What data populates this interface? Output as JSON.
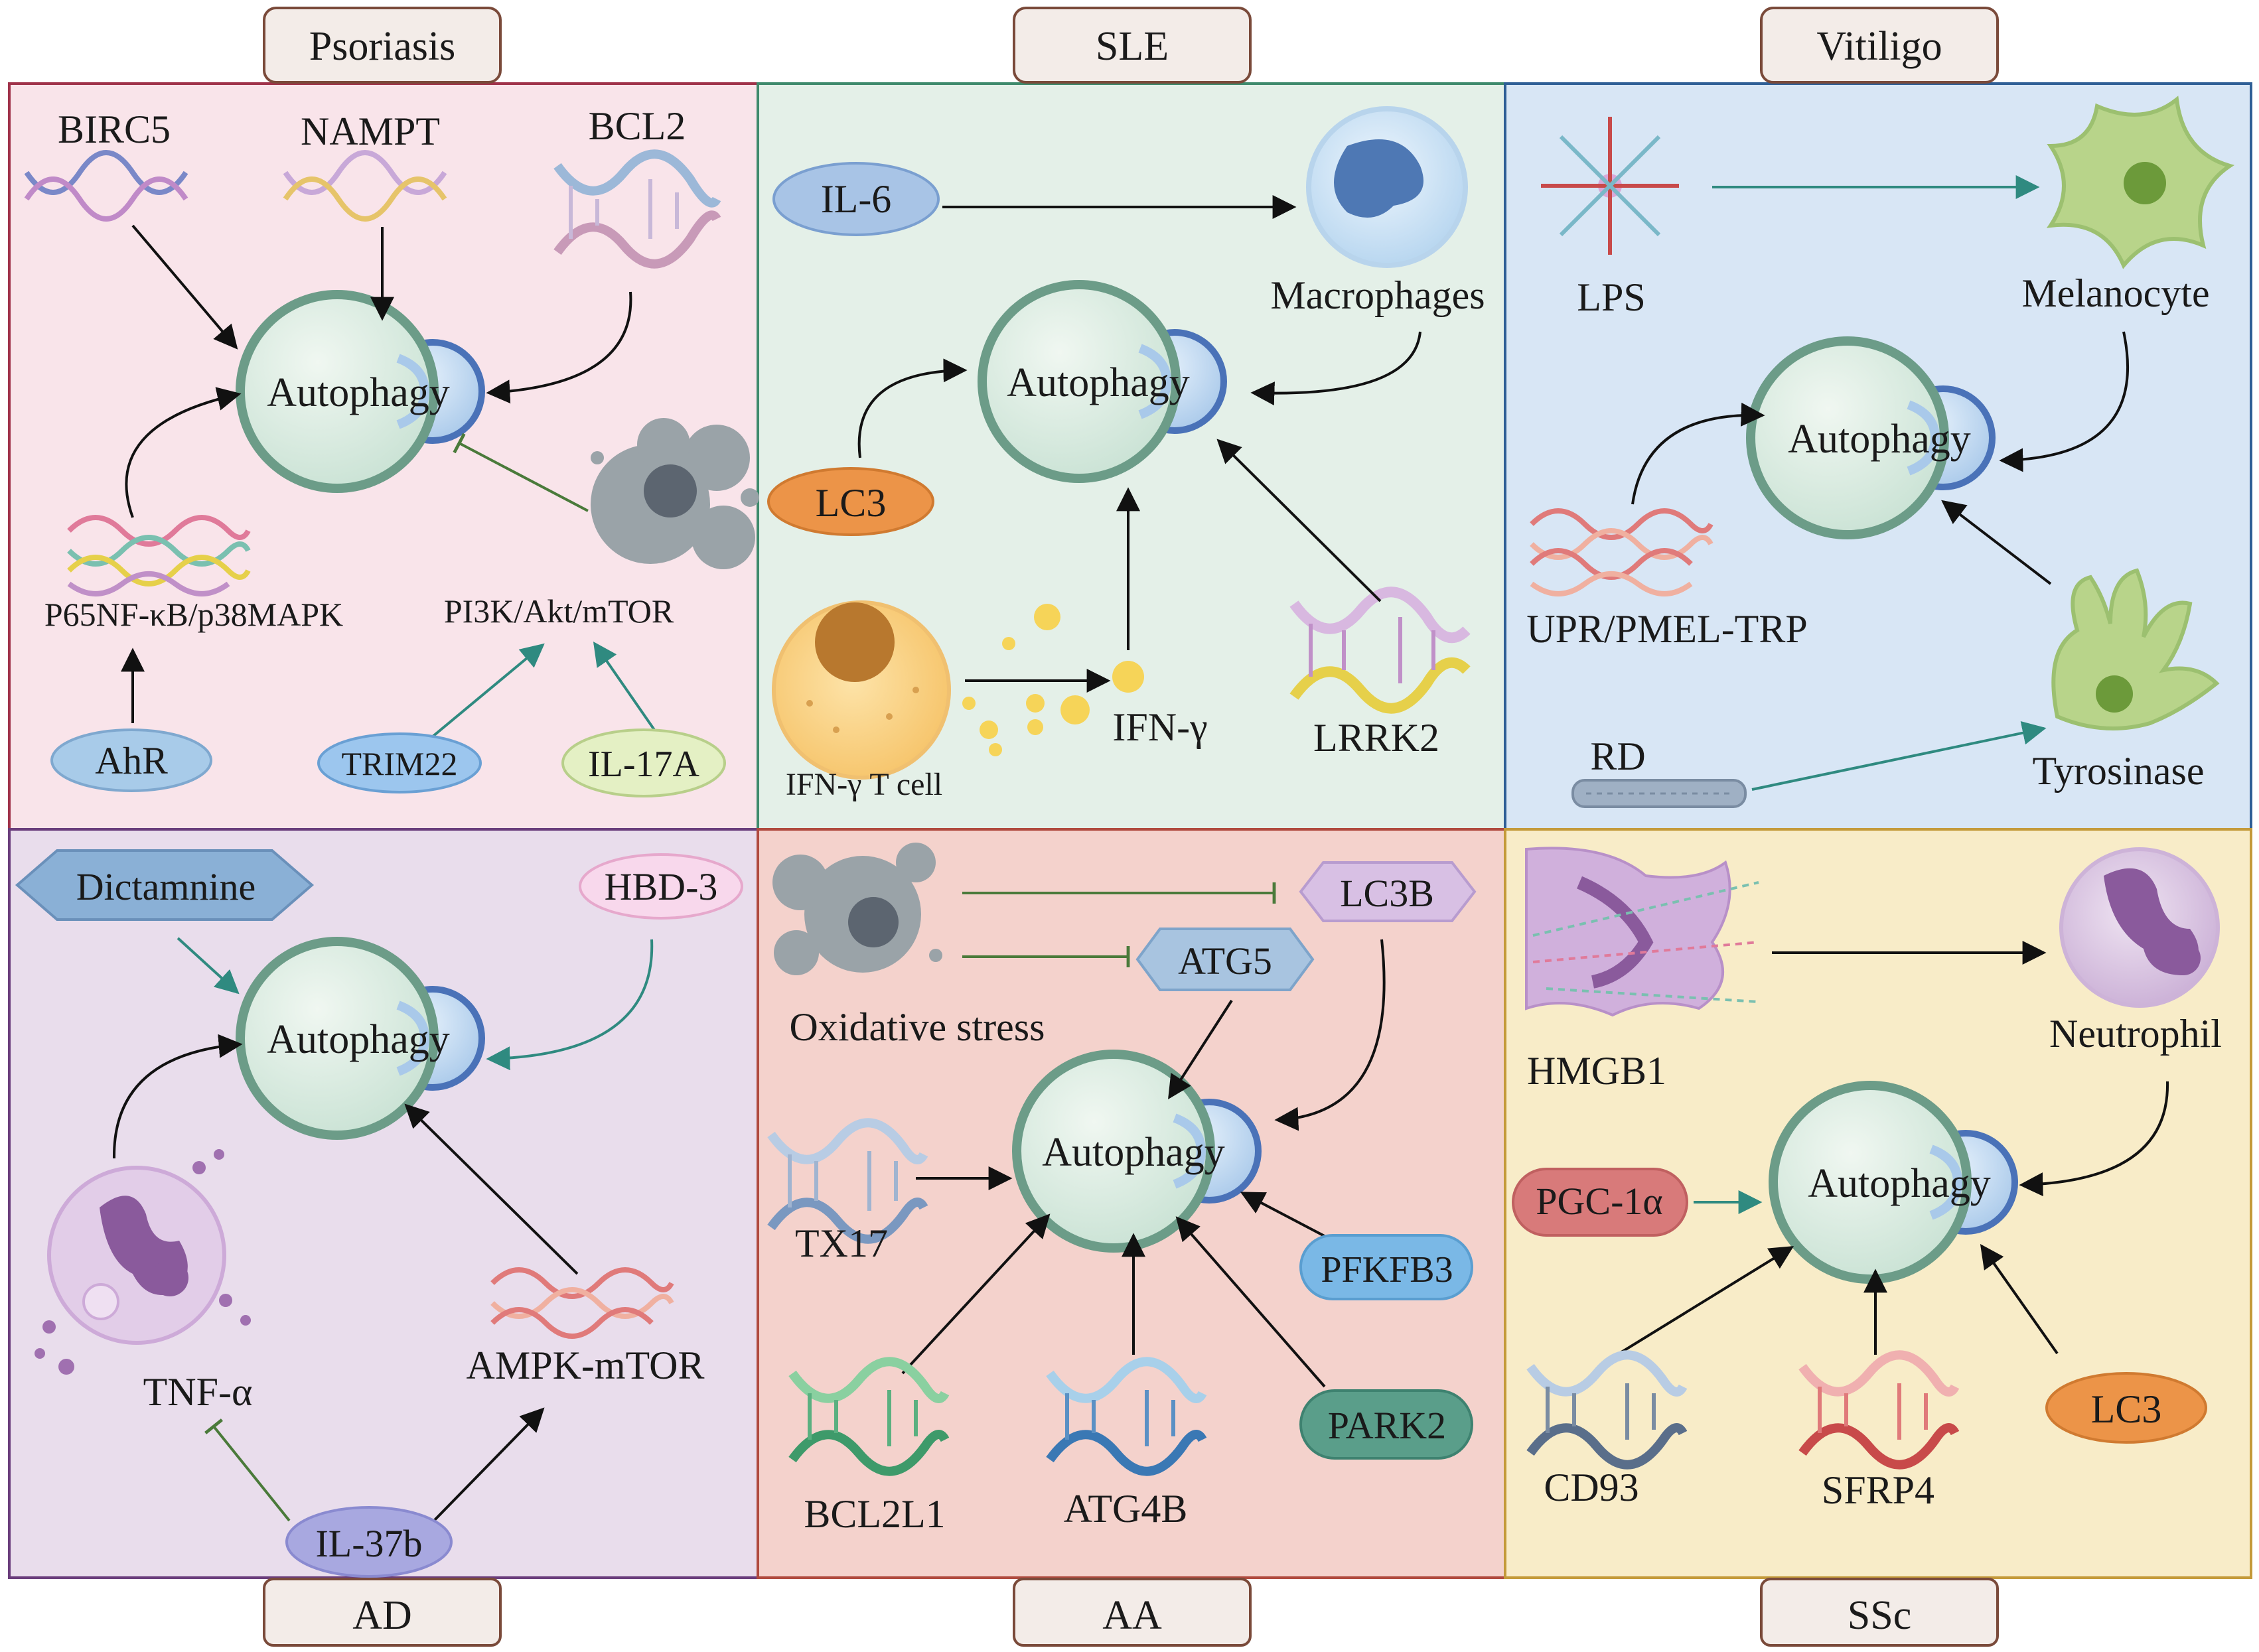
{
  "panels": {
    "psoriasis": {
      "title": "Psoriasis",
      "center": "Autophagy",
      "labels": {
        "birc5": "BIRC5",
        "nampt": "NAMPT",
        "bcl2": "BCL2",
        "p65": "P65NF-κB/p38MAPK",
        "pi3k": "PI3K/Akt/mTOR",
        "ahr": "AhR",
        "trim22": "TRIM22",
        "il17a": "IL-17A"
      }
    },
    "sle": {
      "title": "SLE",
      "center": "Autophagy",
      "labels": {
        "il6": "IL-6",
        "macrophages": "Macrophages",
        "lc3": "LC3",
        "tcell": "IFN-γ T cell",
        "ifng": "IFN-γ",
        "lrrk2": "LRRK2"
      }
    },
    "vitiligo": {
      "title": "Vitiligo",
      "center": "Autophagy",
      "labels": {
        "lps": "LPS",
        "melanocyte": "Melanocyte",
        "upr": "UPR/PMEL-TRP",
        "rd": "RD",
        "tyrosinase": "Tyrosinase"
      }
    },
    "ad": {
      "title": "AD",
      "center": "Autophagy",
      "labels": {
        "dictamnine": "Dictamnine",
        "hbd3": "HBD-3",
        "tnfa": "TNF-α",
        "ampk": "AMPK-mTOR",
        "il37b": "IL-37b"
      }
    },
    "aa": {
      "title": "AA",
      "center": "Autophagy",
      "labels": {
        "oxidative": "Oxidative stress",
        "lc3b": "LC3B",
        "atg5": "ATG5",
        "tx17": "TX17",
        "pfkfb3": "PFKFB3",
        "bcl2l1": "BCL2L1",
        "atg4b": "ATG4B",
        "park2": "PARK2"
      }
    },
    "ssc": {
      "title": "SSc",
      "center": "Autophagy",
      "labels": {
        "hmgb1": "HMGB1",
        "neutrophil": "Neutrophil",
        "pgc1a": "PGC-1α",
        "cd93": "CD93",
        "sfrp4": "SFRP4",
        "lc3": "LC3"
      }
    }
  },
  "colors": {
    "psoriasis_bg": "#f9e4ea",
    "sle_bg": "#e4f0e8",
    "vitiligo_bg": "#d8e6f5",
    "ad_bg": "#e9ddec",
    "aa_bg": "#f4d2cc",
    "ssc_bg": "#f8ecc8",
    "inhibit": "#4a7a3a",
    "teal": "#2f8a80"
  }
}
